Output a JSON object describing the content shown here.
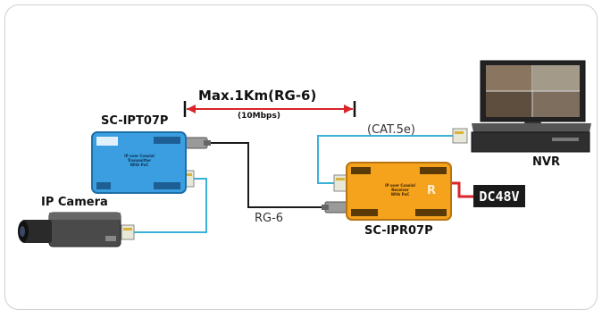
{
  "title": {
    "main": "Max.1Km(RG-6)",
    "sub": "(10Mbps)"
  },
  "labels": {
    "transmitter": "SC-IPT07P",
    "receiver": "SC-IPR07P",
    "camera": "IP Camera",
    "nvr": "NVR",
    "coax": "RG-6",
    "cat5": "(CAT.5e)",
    "power": "DC48V"
  },
  "transmitter_face": {
    "line1": "IP over Coaxial",
    "line2": "Transmitter",
    "line3": "With PoC"
  },
  "receiver_face": {
    "line1": "IP over Coaxial",
    "line2": "Receiver",
    "line3": "With PoC",
    "mark": "R"
  },
  "colors": {
    "transmitter_body": "#3a9ee0",
    "receiver_body": "#f5a21c",
    "span_arrow": "#d9262a",
    "cat5_cable": "#3bb0d8",
    "coax_cable": "#1a1a1a",
    "power_cable": "#d9262a"
  }
}
